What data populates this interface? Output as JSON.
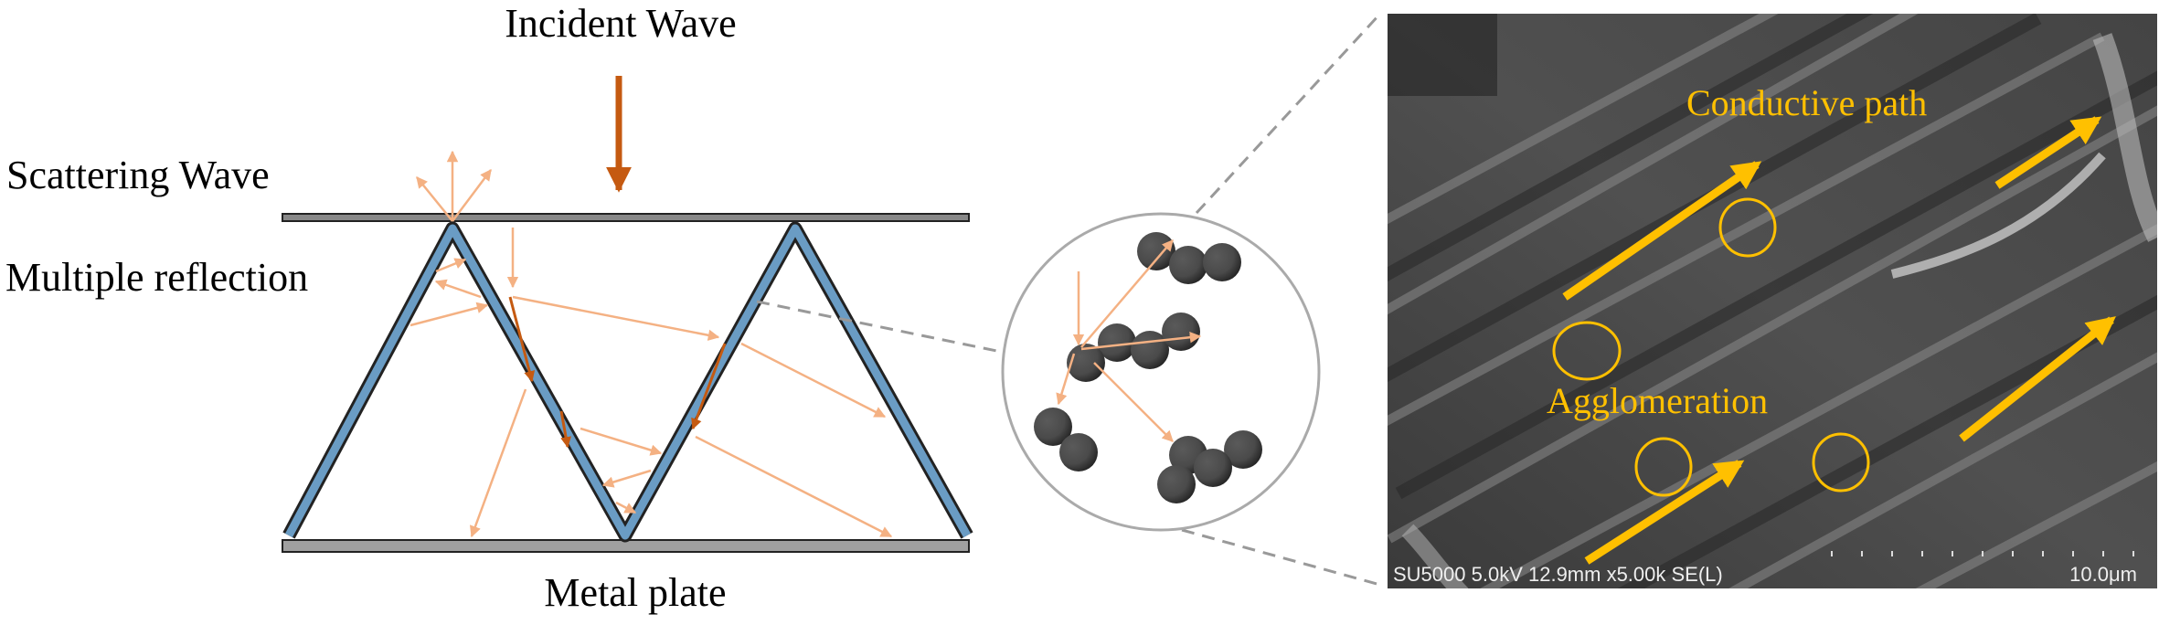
{
  "labels": {
    "incident_wave": "Incident Wave",
    "scattering_wave": "Scattering Wave",
    "multiple_reflection": "Multiple reflection",
    "metal_plate": "Metal plate"
  },
  "sem": {
    "conductive_path": "Conductive path",
    "agglomeration": "Agglomeration",
    "info_bar": "SU5000 5.0kV 12.9mm x5.00k SE(L)",
    "scale_bar": "10.0μm"
  },
  "colors": {
    "incident": "#c55a11",
    "scatter": "#f4b183",
    "structure": "#6a9cc4",
    "highlight": "#ffc000",
    "particle": "#4a4a4a"
  }
}
